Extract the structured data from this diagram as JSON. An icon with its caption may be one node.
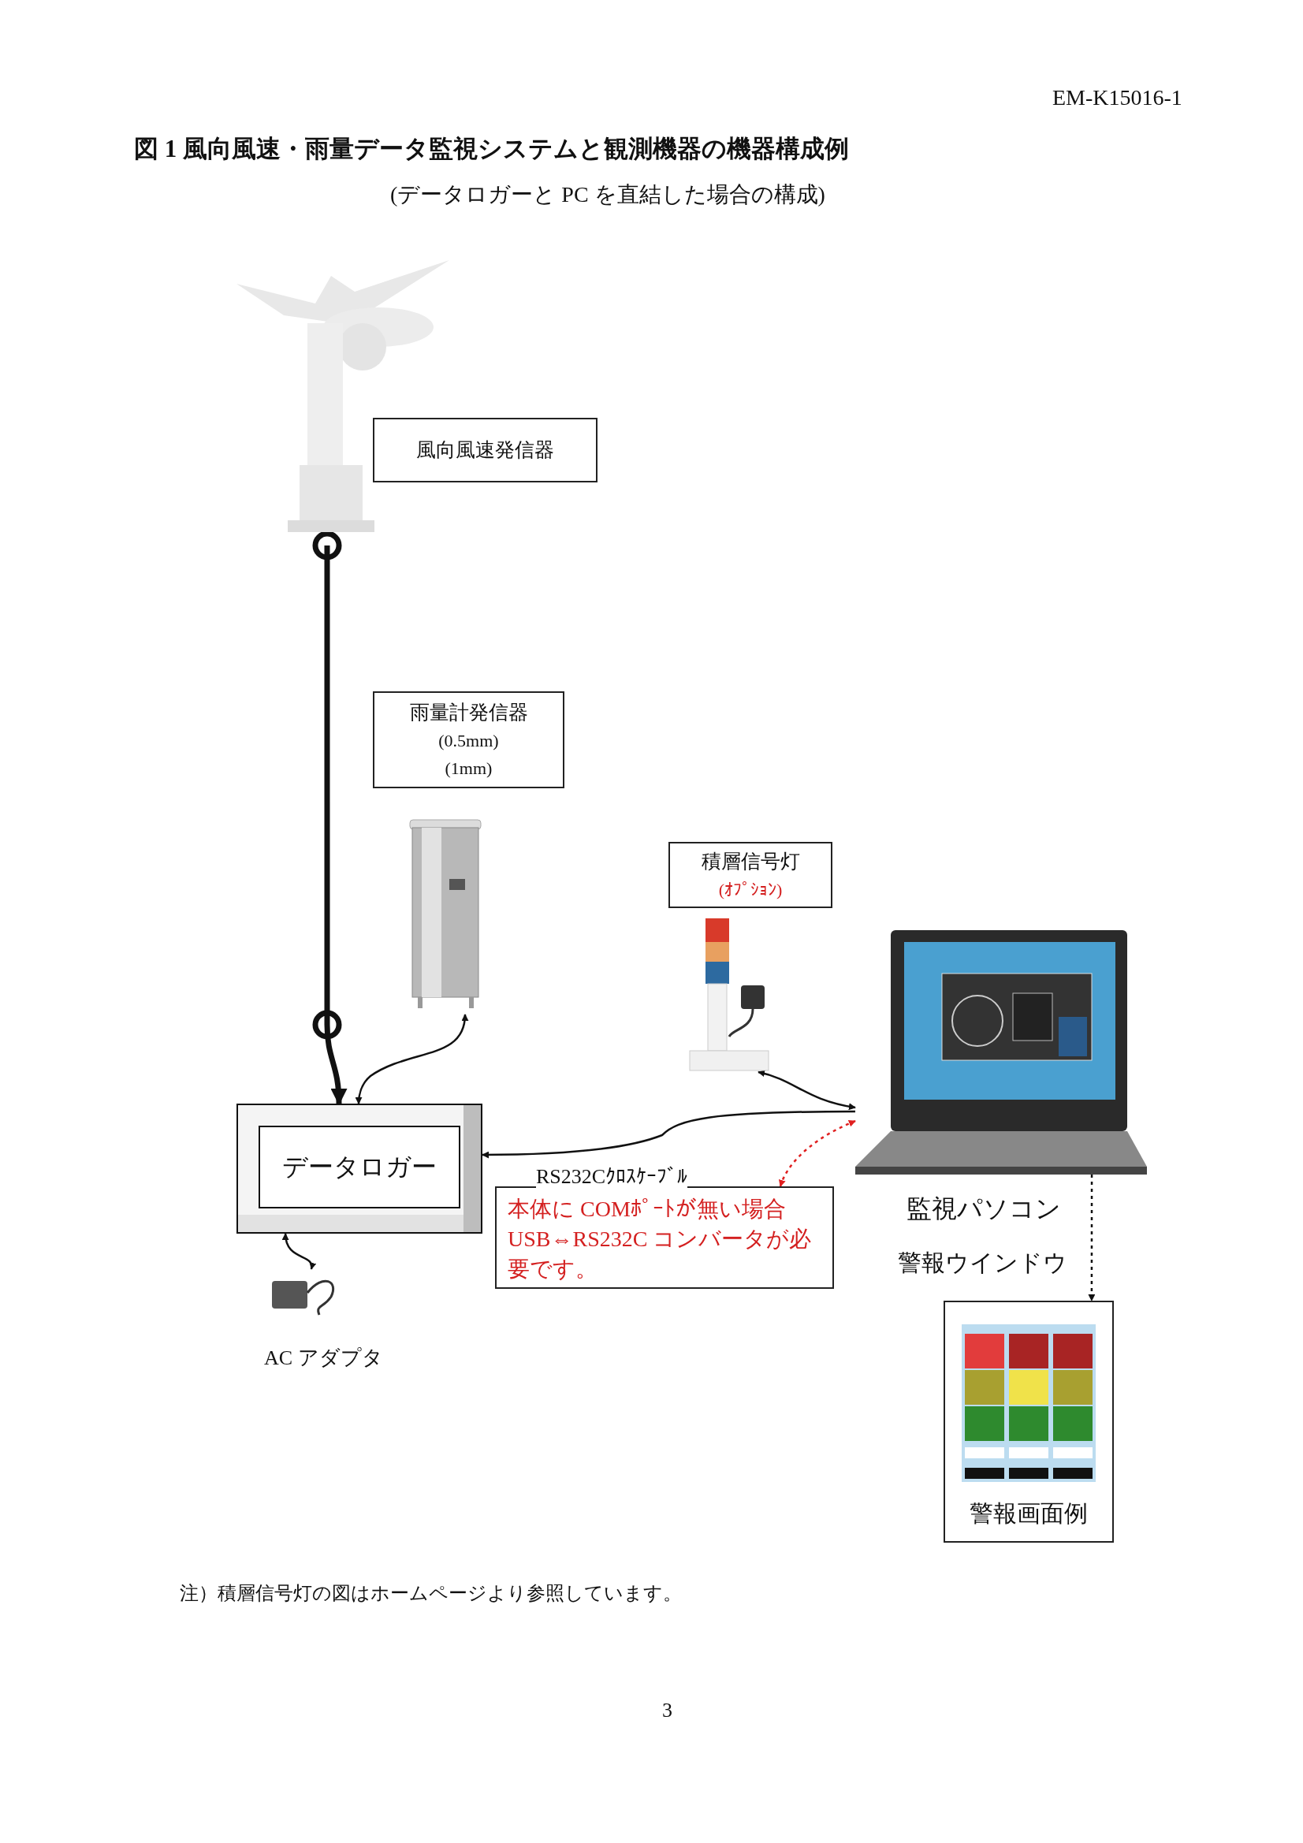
{
  "diagram": {
    "title": "図 1 風向風速・雨量データ監視システムと観測機器の機器構成例",
    "nodes": [
      {
        "text": [
          "風向風速発信器"
        ]
      },
      {
        "text": [],
        "shape": "picture"
      },
      {
        "text": [
          "雨量計発信器",
          "(0.5mm)",
          "(1mm)"
        ]
      },
      {
        "text": [],
        "shape": "picture"
      },
      {
        "text": [
          "積層信号灯",
          "(ｵﾌﾟｼｮﾝ)"
        ]
      },
      {
        "text": [],
        "shape": "picture"
      },
      {
        "text": [],
        "shape": "picture",
        "beside": [
          "監視パソコン"
        ]
      },
      {
        "text": [
          "データロガー"
        ]
      },
      {
        "text": [],
        "shape": "picture",
        "beside": [
          "AC アダプタ"
        ]
      },
      {
        "text": [
          "本体に COMﾎﾟｰﾄが無い場合USB⇔RS232C コンバータが必要です。"
        ]
      },
      {
        "text": [
          "警報ウインドウ",
          "警報画面例"
        ]
      }
    ],
    "edges": [
      {
        "from": 1,
        "to": 7,
        "arrow": "to",
        "style": "thick"
      },
      {
        "from": 3,
        "to": 7,
        "arrow": "both"
      },
      {
        "from": 5,
        "to": 6,
        "arrow": "both"
      },
      {
        "from": 6,
        "to": 7,
        "arrow": "to",
        "label": "RS232Cｸﾛｽｹｰﾌﾞﾙ"
      },
      {
        "from": 9,
        "to": 6,
        "arrow": "both",
        "style": "dashed",
        "color": "#e02020"
      },
      {
        "from": 7,
        "to": 8,
        "arrow": "both"
      },
      {
        "from": 6,
        "to": 10,
        "arrow": "to",
        "style": "dashed"
      }
    ],
    "labels": [
      "EM-K15016-1",
      "(データロガーと PC を直結した場合の構成)",
      "注）積層信号灯の図はホームページより参照しています。",
      "3"
    ]
  }
}
